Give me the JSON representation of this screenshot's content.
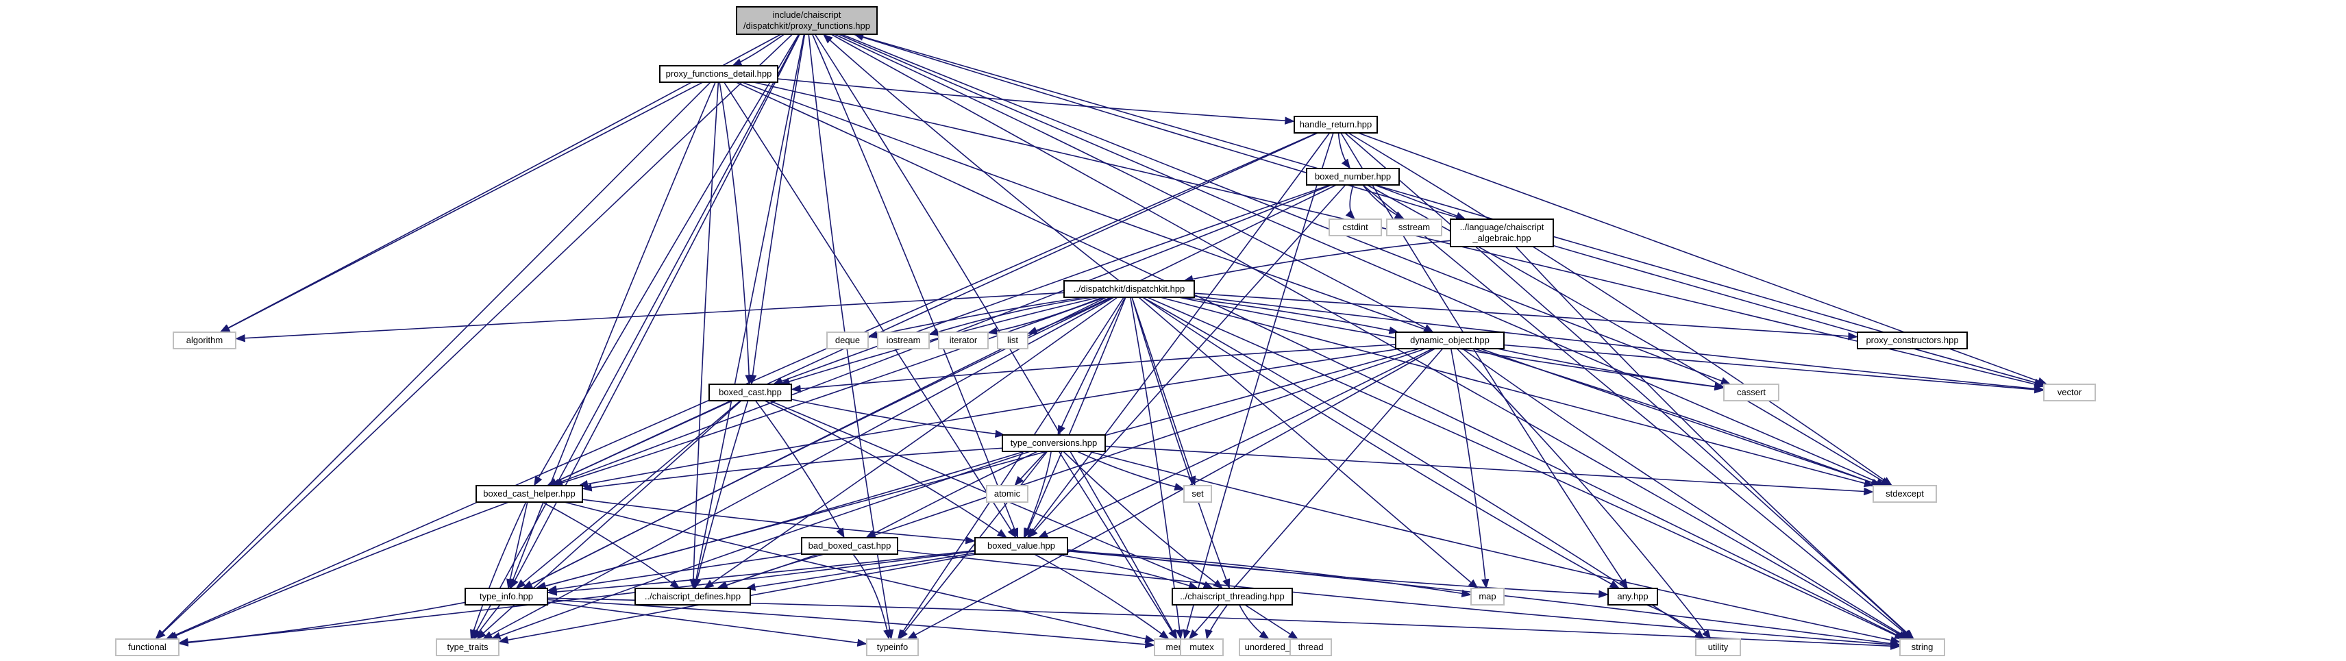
{
  "diagram": {
    "nodes": [
      {
        "id": "root",
        "lines": [
          "include/chaiscript",
          "/dispatchkit/proxy_functions.hpp"
        ],
        "style": "root"
      },
      {
        "id": "pfd",
        "lines": [
          "proxy_functions_detail.hpp"
        ],
        "style": "normal"
      },
      {
        "id": "hr",
        "lines": [
          "handle_return.hpp"
        ],
        "style": "normal"
      },
      {
        "id": "bn",
        "lines": [
          "boxed_number.hpp"
        ],
        "style": "normal"
      },
      {
        "id": "cstdint",
        "lines": [
          "cstdint"
        ],
        "style": "gray"
      },
      {
        "id": "sstream",
        "lines": [
          "sstream"
        ],
        "style": "gray"
      },
      {
        "id": "alg",
        "lines": [
          "../language/chaiscript",
          "_algebraic.hpp"
        ],
        "style": "normal"
      },
      {
        "id": "dk",
        "lines": [
          "../dispatchkit/dispatchkit.hpp"
        ],
        "style": "normal"
      },
      {
        "id": "algorithm",
        "lines": [
          "algorithm"
        ],
        "style": "gray"
      },
      {
        "id": "deque",
        "lines": [
          "deque"
        ],
        "style": "gray"
      },
      {
        "id": "iostream",
        "lines": [
          "iostream"
        ],
        "style": "gray"
      },
      {
        "id": "iterator",
        "lines": [
          "iterator"
        ],
        "style": "gray"
      },
      {
        "id": "list",
        "lines": [
          "list"
        ],
        "style": "gray"
      },
      {
        "id": "pc",
        "lines": [
          "proxy_constructors.hpp"
        ],
        "style": "normal"
      },
      {
        "id": "dobj",
        "lines": [
          "dynamic_object.hpp"
        ],
        "style": "normal"
      },
      {
        "id": "bc",
        "lines": [
          "boxed_cast.hpp"
        ],
        "style": "normal"
      },
      {
        "id": "cassert",
        "lines": [
          "cassert"
        ],
        "style": "gray"
      },
      {
        "id": "vector",
        "lines": [
          "vector"
        ],
        "style": "gray"
      },
      {
        "id": "tc",
        "lines": [
          "type_conversions.hpp"
        ],
        "style": "normal"
      },
      {
        "id": "bch",
        "lines": [
          "boxed_cast_helper.hpp"
        ],
        "style": "normal"
      },
      {
        "id": "atomic",
        "lines": [
          "atomic"
        ],
        "style": "gray"
      },
      {
        "id": "set",
        "lines": [
          "set"
        ],
        "style": "gray"
      },
      {
        "id": "stdexcept",
        "lines": [
          "stdexcept"
        ],
        "style": "gray"
      },
      {
        "id": "bbc",
        "lines": [
          "bad_boxed_cast.hpp"
        ],
        "style": "normal"
      },
      {
        "id": "bv",
        "lines": [
          "boxed_value.hpp"
        ],
        "style": "normal"
      },
      {
        "id": "ti",
        "lines": [
          "type_info.hpp"
        ],
        "style": "normal"
      },
      {
        "id": "cdef",
        "lines": [
          "../chaiscript_defines.hpp"
        ],
        "style": "normal"
      },
      {
        "id": "cthr",
        "lines": [
          "../chaiscript_threading.hpp"
        ],
        "style": "normal"
      },
      {
        "id": "map",
        "lines": [
          "map"
        ],
        "style": "gray"
      },
      {
        "id": "any",
        "lines": [
          "any.hpp"
        ],
        "style": "normal"
      },
      {
        "id": "functional",
        "lines": [
          "functional"
        ],
        "style": "gray"
      },
      {
        "id": "typetraits",
        "lines": [
          "type_traits"
        ],
        "style": "gray"
      },
      {
        "id": "typeinfo",
        "lines": [
          "typeinfo"
        ],
        "style": "gray"
      },
      {
        "id": "memory",
        "lines": [
          "memory"
        ],
        "style": "gray"
      },
      {
        "id": "mutex",
        "lines": [
          "mutex"
        ],
        "style": "gray"
      },
      {
        "id": "umap",
        "lines": [
          "unordered_map"
        ],
        "style": "gray"
      },
      {
        "id": "thread",
        "lines": [
          "thread"
        ],
        "style": "gray"
      },
      {
        "id": "utility",
        "lines": [
          "utility"
        ],
        "style": "gray"
      },
      {
        "id": "string",
        "lines": [
          "string"
        ],
        "style": "gray"
      }
    ],
    "edges": [
      [
        "root",
        "pfd"
      ],
      [
        "root",
        "algorithm"
      ],
      [
        "root",
        "functional"
      ],
      [
        "root",
        "typetraits"
      ],
      [
        "root",
        "ti"
      ],
      [
        "root",
        "bch"
      ],
      [
        "root",
        "bc"
      ],
      [
        "root",
        "cdef"
      ],
      [
        "root",
        "bv"
      ],
      [
        "root",
        "dobj"
      ],
      [
        "root",
        "vector"
      ],
      [
        "root",
        "cassert"
      ],
      [
        "root",
        "stdexcept"
      ],
      [
        "root",
        "string"
      ],
      [
        "root",
        "memory"
      ],
      [
        "root",
        "typeinfo"
      ],
      [
        "pfd",
        "hr"
      ],
      [
        "pfd",
        "algorithm"
      ],
      [
        "pfd",
        "functional"
      ],
      [
        "pfd",
        "bc"
      ],
      [
        "pfd",
        "ti"
      ],
      [
        "pfd",
        "cdef"
      ],
      [
        "pfd",
        "bv"
      ],
      [
        "pfd",
        "vector"
      ],
      [
        "pfd",
        "string"
      ],
      [
        "pfd",
        "stdexcept"
      ],
      [
        "hr",
        "bn"
      ],
      [
        "hr",
        "functional"
      ],
      [
        "hr",
        "bch"
      ],
      [
        "hr",
        "bv"
      ],
      [
        "hr",
        "memory"
      ],
      [
        "hr",
        "any"
      ],
      [
        "hr",
        "vector"
      ],
      [
        "hr",
        "string"
      ],
      [
        "hr",
        "stdexcept"
      ],
      [
        "bn",
        "cstdint"
      ],
      [
        "bn",
        "sstream"
      ],
      [
        "bn",
        "alg"
      ],
      [
        "bn",
        "bc"
      ],
      [
        "bn",
        "ti"
      ],
      [
        "bn",
        "bch"
      ],
      [
        "bn",
        "bv"
      ],
      [
        "bn",
        "string"
      ],
      [
        "bn",
        "stdexcept"
      ],
      [
        "alg",
        "dk"
      ],
      [
        "alg",
        "string"
      ],
      [
        "dk",
        "root"
      ],
      [
        "dk",
        "algorithm"
      ],
      [
        "dk",
        "deque"
      ],
      [
        "dk",
        "iostream"
      ],
      [
        "dk",
        "iterator"
      ],
      [
        "dk",
        "list"
      ],
      [
        "dk",
        "pc"
      ],
      [
        "dk",
        "dobj"
      ],
      [
        "dk",
        "bc"
      ],
      [
        "dk",
        "bch"
      ],
      [
        "dk",
        "tc"
      ],
      [
        "dk",
        "set"
      ],
      [
        "dk",
        "bv"
      ],
      [
        "dk",
        "ti"
      ],
      [
        "dk",
        "cdef"
      ],
      [
        "dk",
        "cthr"
      ],
      [
        "dk",
        "map"
      ],
      [
        "dk",
        "memory"
      ],
      [
        "dk",
        "typeinfo"
      ],
      [
        "dk",
        "cassert"
      ],
      [
        "dk",
        "vector"
      ],
      [
        "dk",
        "stdexcept"
      ],
      [
        "dk",
        "string"
      ],
      [
        "dk",
        "utility"
      ],
      [
        "dk",
        "any"
      ],
      [
        "dk",
        "typetraits"
      ],
      [
        "pc",
        "root"
      ],
      [
        "dobj",
        "bc"
      ],
      [
        "dobj",
        "bch"
      ],
      [
        "dobj",
        "bv"
      ],
      [
        "dobj",
        "ti"
      ],
      [
        "dobj",
        "cdef"
      ],
      [
        "dobj",
        "map"
      ],
      [
        "dobj",
        "memory"
      ],
      [
        "dobj",
        "string"
      ],
      [
        "dobj",
        "cassert"
      ],
      [
        "dobj",
        "vector"
      ],
      [
        "dobj",
        "stdexcept"
      ],
      [
        "dobj",
        "utility"
      ],
      [
        "dobj",
        "typeinfo"
      ],
      [
        "bc",
        "tc"
      ],
      [
        "bc",
        "bch"
      ],
      [
        "bc",
        "bbc"
      ],
      [
        "bc",
        "bv"
      ],
      [
        "bc",
        "ti"
      ],
      [
        "bc",
        "cdef"
      ],
      [
        "bc",
        "cthr"
      ],
      [
        "bc",
        "typetraits"
      ],
      [
        "tc",
        "bch"
      ],
      [
        "tc",
        "atomic"
      ],
      [
        "tc",
        "set"
      ],
      [
        "tc",
        "stdexcept"
      ],
      [
        "tc",
        "bbc"
      ],
      [
        "tc",
        "bv"
      ],
      [
        "tc",
        "ti"
      ],
      [
        "tc",
        "cthr"
      ],
      [
        "tc",
        "memory"
      ],
      [
        "tc",
        "typeinfo"
      ],
      [
        "tc",
        "typetraits"
      ],
      [
        "tc",
        "string"
      ],
      [
        "bch",
        "bv"
      ],
      [
        "bch",
        "ti"
      ],
      [
        "bch",
        "cdef"
      ],
      [
        "bch",
        "functional"
      ],
      [
        "bch",
        "typetraits"
      ],
      [
        "bch",
        "memory"
      ],
      [
        "bbc",
        "ti"
      ],
      [
        "bbc",
        "cdef"
      ],
      [
        "bbc",
        "typeinfo"
      ],
      [
        "bbc",
        "string"
      ],
      [
        "bv",
        "ti"
      ],
      [
        "bv",
        "cdef"
      ],
      [
        "bv",
        "cthr"
      ],
      [
        "bv",
        "map"
      ],
      [
        "bv",
        "any"
      ],
      [
        "bv",
        "functional"
      ],
      [
        "bv",
        "typetraits"
      ],
      [
        "bv",
        "memory"
      ],
      [
        "bv",
        "string"
      ],
      [
        "ti",
        "functional"
      ],
      [
        "ti",
        "typetraits"
      ],
      [
        "ti",
        "typeinfo"
      ],
      [
        "ti",
        "memory"
      ],
      [
        "ti",
        "string"
      ],
      [
        "cthr",
        "mutex"
      ],
      [
        "cthr",
        "umap"
      ],
      [
        "cthr",
        "thread"
      ],
      [
        "any",
        "utility"
      ]
    ]
  }
}
